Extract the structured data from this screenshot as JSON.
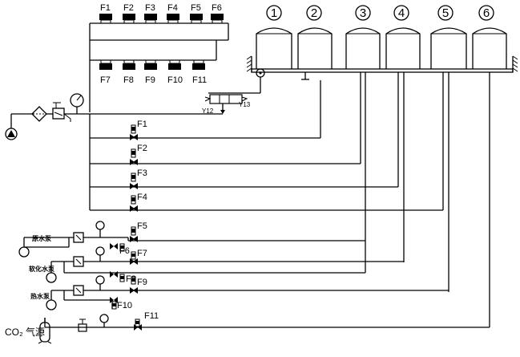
{
  "tanks": [
    "1",
    "2",
    "3",
    "4",
    "5",
    "6"
  ],
  "top_valves_upper": [
    "F1",
    "F2",
    "F3",
    "F4",
    "F5",
    "F6"
  ],
  "top_valves_lower": [
    "F7",
    "F8",
    "F9",
    "F10",
    "F11"
  ],
  "actuator_labels": {
    "left": "Y12",
    "right": "Y13"
  },
  "line_valves": [
    "F1",
    "F2",
    "F3",
    "F4",
    "F5",
    "F6",
    "F7",
    "F8",
    "F9",
    "F10",
    "F11"
  ],
  "pump_labels": [
    "原水泵",
    "软化水泵",
    "热水泵"
  ],
  "gas_source": {
    "label": "CO₂ 气源"
  }
}
